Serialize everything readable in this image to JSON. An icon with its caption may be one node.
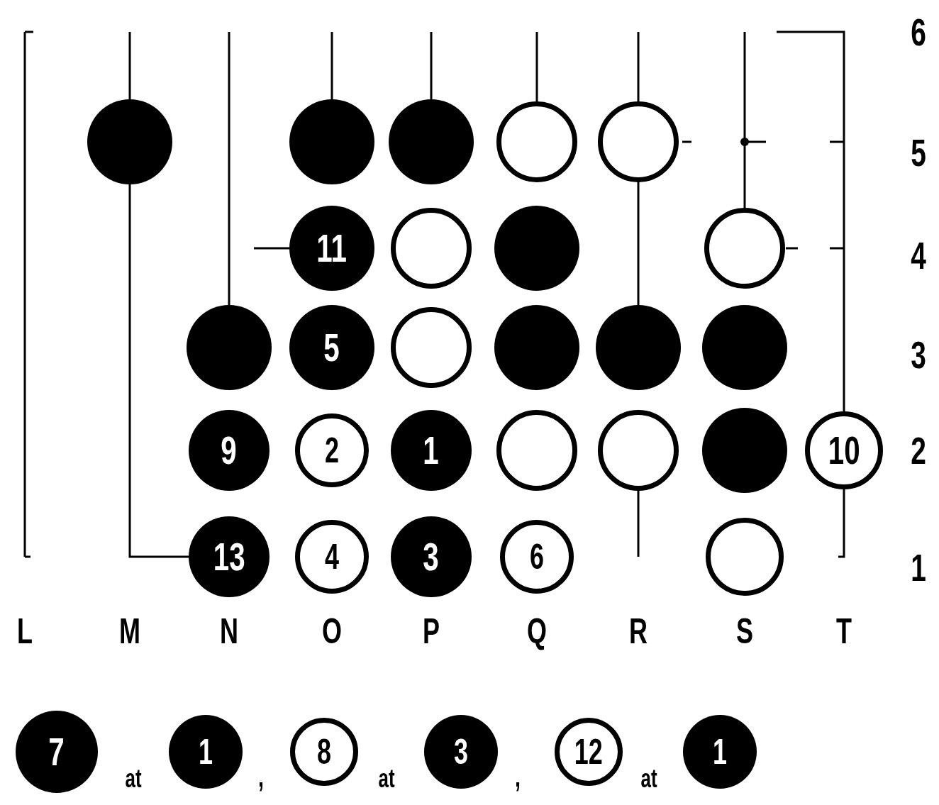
{
  "diagram": {
    "nodes": [
      {
        "text": [],
        "shape": "circle"
      },
      {
        "text": [],
        "shape": "circle"
      },
      {
        "text": [],
        "shape": "circle"
      },
      {
        "text": [],
        "shape": "circle"
      },
      {
        "text": [],
        "shape": "circle"
      },
      {
        "text": [
          "11"
        ]
      },
      {
        "text": [],
        "shape": "circle"
      },
      {
        "text": [],
        "shape": "circle"
      },
      {
        "text": [],
        "shape": "circle"
      },
      {
        "text": [],
        "shape": "circle"
      },
      {
        "text": [
          "5"
        ]
      },
      {
        "text": [],
        "shape": "circle"
      },
      {
        "text": [],
        "shape": "circle"
      },
      {
        "text": [],
        "shape": "circle"
      },
      {
        "text": [],
        "shape": "circle"
      },
      {
        "text": [
          "9"
        ]
      },
      {
        "text": [
          "2"
        ]
      },
      {
        "text": [
          "1"
        ]
      },
      {
        "text": [],
        "shape": "circle"
      },
      {
        "text": [],
        "shape": "circle"
      },
      {
        "text": [],
        "shape": "circle"
      },
      {
        "text": [
          "10"
        ]
      },
      {
        "text": [
          "13"
        ]
      },
      {
        "text": [
          "4"
        ]
      },
      {
        "text": [
          "3"
        ]
      },
      {
        "text": [
          "6"
        ]
      },
      {
        "text": [],
        "shape": "circle"
      },
      {
        "text": [
          "7"
        ]
      },
      {
        "text": [
          "1"
        ]
      },
      {
        "text": [
          "8"
        ]
      },
      {
        "text": [
          "3"
        ]
      },
      {
        "text": [
          "12"
        ]
      },
      {
        "text": [
          "1"
        ]
      }
    ],
    "labels": [
      "6",
      "5",
      "4",
      "3",
      "2",
      "1",
      "L",
      "M",
      "N",
      "O",
      "P",
      "Q",
      "R",
      "S",
      "T",
      "at",
      ",",
      "at",
      ",",
      "at"
    ]
  }
}
